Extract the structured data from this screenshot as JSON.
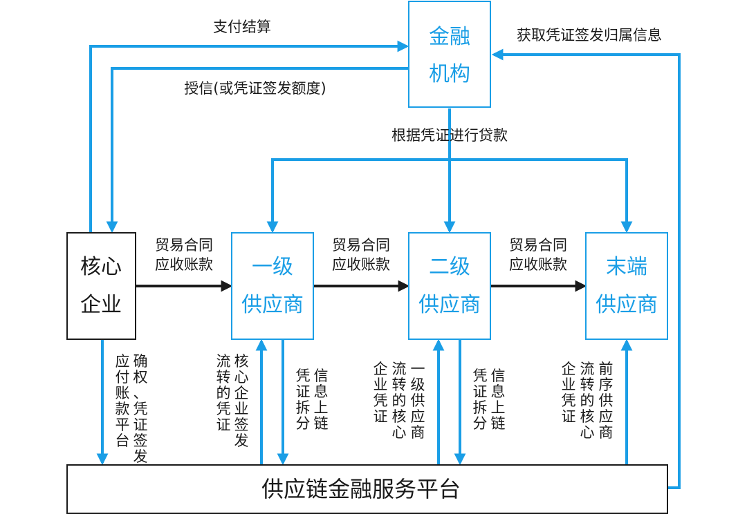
{
  "colors": {
    "blue": "#1a9ee6",
    "black": "#1a1a1a"
  },
  "nodes": {
    "bank": {
      "line1": "金融",
      "line2": "机构"
    },
    "core": {
      "line1": "核心",
      "line2": "企业"
    },
    "tier1": {
      "line1": "一级",
      "line2": "供应商"
    },
    "tier2": {
      "line1": "二级",
      "line2": "供应商"
    },
    "end": {
      "line1": "末端",
      "line2": "供应商"
    },
    "platform": {
      "label": "供应链金融服务平台"
    }
  },
  "labels": {
    "pay_settle": "支付结算",
    "credit": "授信(或凭证签发额度)",
    "get_info": "获取凭证签发归属信息",
    "loan": "根据凭证进行贷款",
    "trade_1": {
      "line1": "贸易合同",
      "line2": "应收账款"
    },
    "trade_2": {
      "line1": "贸易合同",
      "line2": "应收账款"
    },
    "trade_3": {
      "line1": "贸易合同",
      "line2": "应收账款"
    },
    "core_down": {
      "col1": "应付账款平台",
      "col2": "确权、凭证签发"
    },
    "t1_up": {
      "col1": "流转的凭证",
      "col2": "核心企业签发"
    },
    "t1_down": {
      "col1": "凭证拆分",
      "col2": "信息上链"
    },
    "t2_up": {
      "col1": "企业凭证",
      "col2": "流转的核心",
      "col3": "一级供应商"
    },
    "t2_down": {
      "col1": "凭证拆分",
      "col2": "信息上链"
    },
    "end_up": {
      "col1": "企业凭证",
      "col2": "流转的核心",
      "col3": "前序供应商"
    }
  }
}
